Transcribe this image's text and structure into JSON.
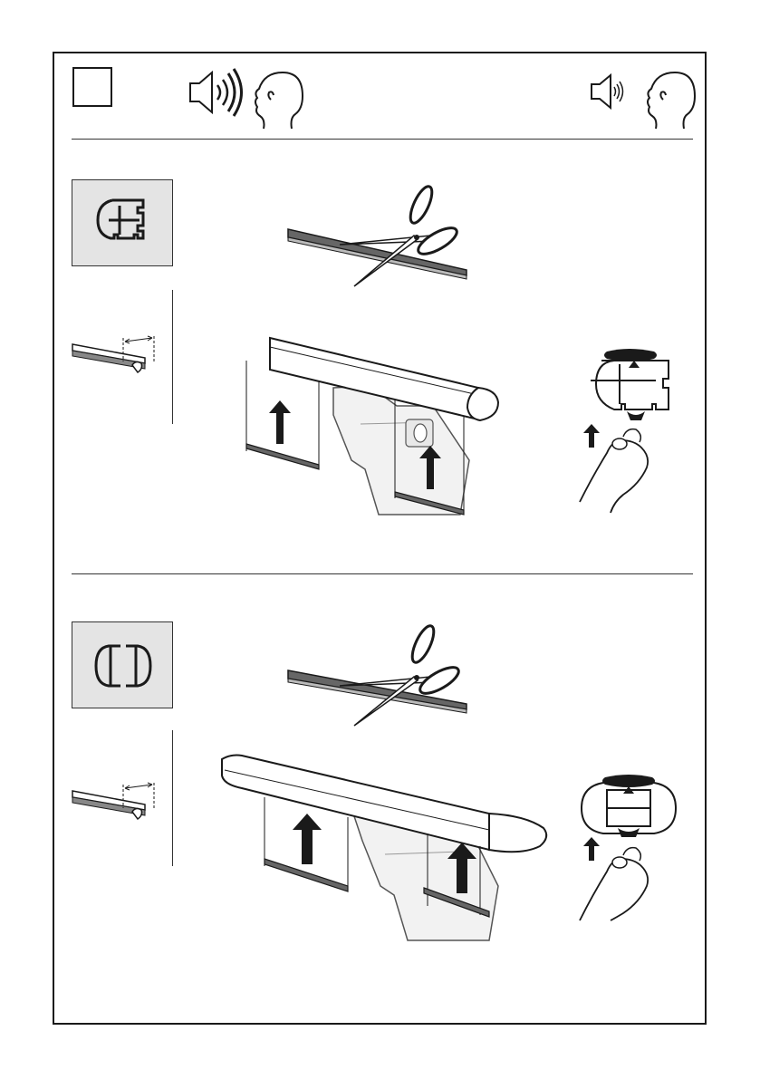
{
  "document": {
    "type": "installation-instruction-page",
    "step_number": "",
    "colors": {
      "line": "#1a1a1a",
      "tile_gray": "#e4e4e4",
      "rubber_strip": "#555555"
    }
  },
  "header": {
    "left_icon": "loud-speaker-icon",
    "left_listener": "listener-head-icon",
    "right_icon": "quiet-speaker-icon",
    "right_listener": "listener-head-icon"
  },
  "sections": [
    {
      "profile": "slotted-square-bar-profile-icon",
      "steps": [
        "cut-strip",
        "measure-overhang",
        "insert-strip-into-bar",
        "press-strip-into-slot"
      ]
    },
    {
      "profile": "wing-bar-profile-icon",
      "steps": [
        "cut-strip",
        "measure-overhang",
        "insert-strip-into-bar",
        "press-strip-into-slot"
      ]
    }
  ]
}
